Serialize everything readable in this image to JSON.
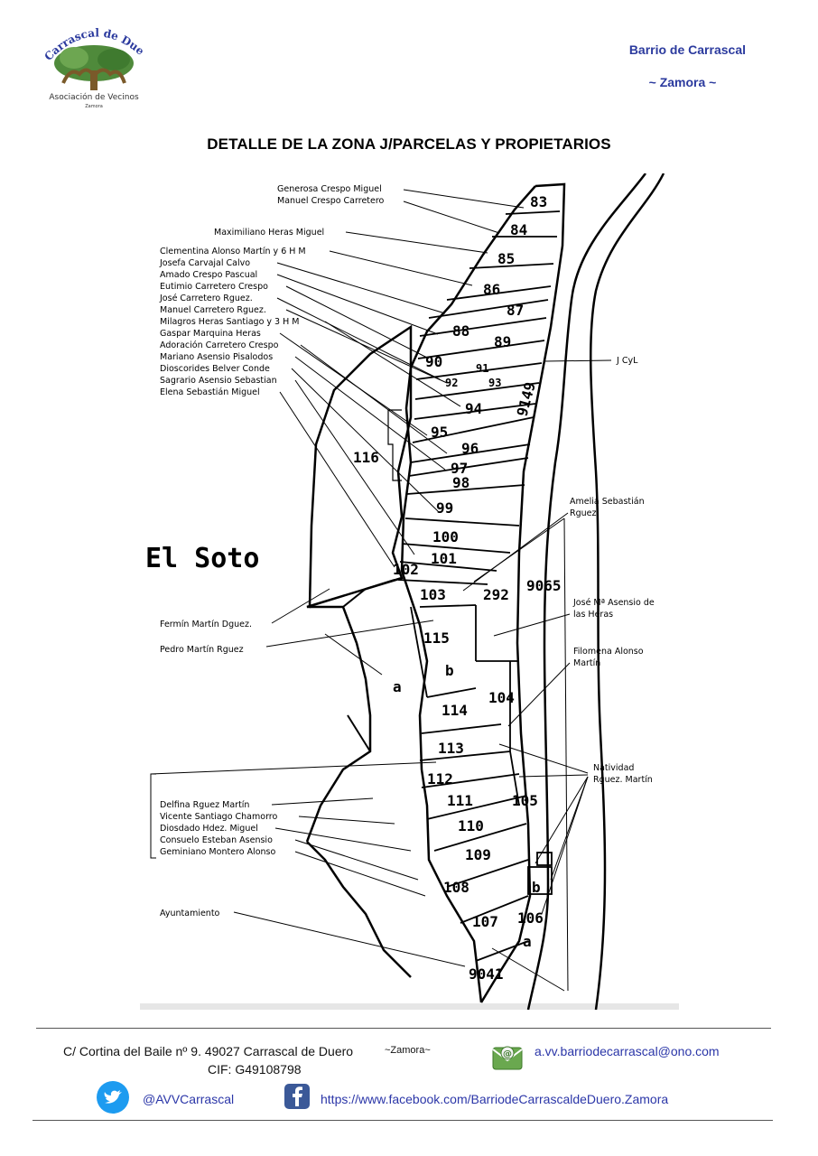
{
  "header": {
    "logo_arc_text": "Carrascal de Duero",
    "logo_name": "Asociación de Vecinos",
    "logo_city": "Zamora",
    "location_line1": "Barrio de Carrascal",
    "location_line2": "~ Zamora ~"
  },
  "title": "DETALLE DE LA ZONA J/PARCELAS Y PROPIETARIOS",
  "map": {
    "place_label": "El Soto",
    "owners_top": [
      "Generosa Crespo Miguel",
      "Manuel Crespo Carretero",
      "Maximiliano Heras Miguel",
      "Clementina Alonso Martín y 6 H M",
      "Josefa Carvajal Calvo",
      "Amado Crespo Pascual",
      "Eutimio Carretero Crespo",
      "José Carretero Rguez.",
      "Manuel Carretero Rguez.",
      "Milagros Heras Santiago y 3 H M",
      "Gaspar Marquina Heras",
      "Adoración Carretero Crespo",
      "Mariano Asensio Pisalodos",
      "Dioscorides Belver Conde",
      "Sagrario Asensio Sebastian",
      "Elena Sebastián Miguel"
    ],
    "owners_mid": [
      "Fermín Martín Dguez.",
      "Pedro Martín Rguez"
    ],
    "owners_bottom": [
      "Delfina Rguez Martín",
      "Vicente Santiago Chamorro",
      "Diosdado Hdez. Miguel",
      "Consuelo Esteban Asensio",
      "Geminiano Montero Alonso"
    ],
    "ayuntamiento": "Ayuntamiento",
    "jcyl": "J CyL",
    "amelia": [
      "Amelia Sebastián",
      "Rguez."
    ],
    "jose_maria": [
      "José Mª Asensio de",
      "las Heras"
    ],
    "filomena": [
      "Filomena Alonso",
      "Martín"
    ],
    "natividad": [
      "Natividad",
      "Rguez. Martín"
    ],
    "parcels": {
      "p83": "83",
      "p84": "84",
      "p85": "85",
      "p86": "86",
      "p87": "87",
      "p88": "88",
      "p89": "89",
      "p90": "90",
      "p91": "91",
      "p92": "92",
      "p93": "93",
      "p94": "94",
      "p95": "95",
      "p96": "96",
      "p97": "97",
      "p98": "98",
      "p99": "99",
      "p100": "100",
      "p101": "101",
      "p102": "102",
      "p103": "103",
      "p104": "104",
      "p105": "105",
      "p106": "106",
      "p107": "107",
      "p108": "108",
      "p109": "109",
      "p110": "110",
      "p111": "111",
      "p112": "112",
      "p113": "113",
      "p114": "114",
      "p115": "115",
      "p116": "116",
      "p292": "292",
      "p9065": "9065",
      "p9041": "9041",
      "p9149": "9149",
      "a1": "a",
      "b1": "b",
      "a2": "a",
      "b2": "b"
    }
  },
  "footer": {
    "address": "C/ Cortina del Baile nº 9. 49027 Carrascal de Duero",
    "city": "~Zamora~",
    "cif": "CIF: G49108798",
    "email": "a.vv.barriodecarrascal@ono.com",
    "twitter": "@AVVCarrascal",
    "facebook": "https://www.facebook.com/BarriodeCarrascaldeDuero.Zamora"
  },
  "colors": {
    "brand_blue": "#2b3a9e",
    "twitter": "#1d9bf0",
    "facebook": "#3b5998",
    "mail_green": "#6aa84f"
  }
}
